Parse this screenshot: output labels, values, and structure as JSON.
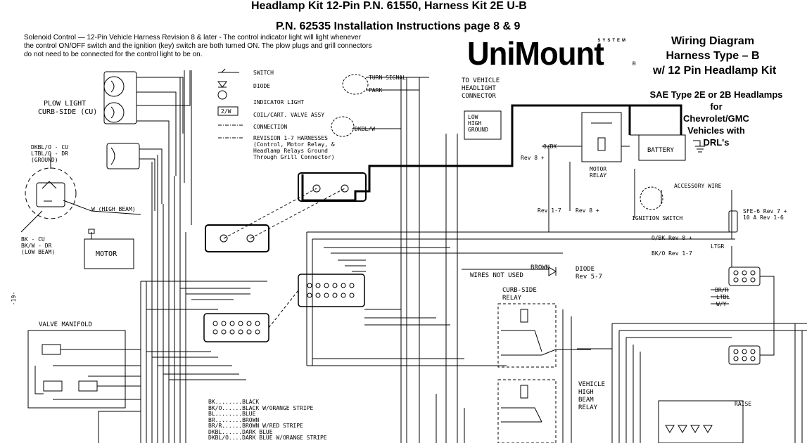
{
  "header": {
    "title": "Headlamp Kit 12-Pin P.N. 61550, Harness Kit 2E U-B",
    "subtitle": "P.N. 62535 Installation Instructions page 8 & 9"
  },
  "note": [
    "Solenoid Control — 12-Pin Vehicle Harness Revision 8 & later - The control indicator light will light whenever",
    "the control ON/OFF switch and the ignition (key) switch are both turned ON. The plow plugs and grill connectors",
    "do not need to be connected for the control light to be on."
  ],
  "logo": {
    "text": "UniMount",
    "system": "SYSTEM",
    "mark": "®"
  },
  "title_box": {
    "lines": [
      "Wiring Diagram",
      "Harness Type – B",
      "w/ 12 Pin Headlamp Kit"
    ],
    "sae": [
      "SAE Type 2E or 2B Headlamps",
      "for",
      "Chevrolet/GMC",
      "Vehicles with",
      "DRL's"
    ]
  },
  "legend": {
    "switch": "SWITCH",
    "diode": "DIODE",
    "indicator": "INDICATOR LIGHT",
    "coil": "COIL/CART. VALVE ASSY",
    "coil_symbol": "2/W",
    "connection": "CONNECTION",
    "revision": [
      "REVISION 1-7 HARNESSES",
      "(Control, Motor Relay, &",
      "Headlamp Relays Ground",
      "Through Grill Connector)"
    ]
  },
  "labels": {
    "plow_light": [
      "PLOW LIGHT",
      "CURB-SIDE (CU)"
    ],
    "dkbl_cu": [
      "DKBL/O - CU",
      "LTBL/O - DR",
      "(GROUND)"
    ],
    "high_beam": "W (HIGH BEAM)",
    "low_beam": [
      "BK - CU",
      "BK/W - DR",
      "(LOW BEAM)"
    ],
    "motor": "MOTOR",
    "valve_manifold": "VALVE MANIFOLD",
    "turn_signal": "TURN SIGNAL",
    "park": "PARK",
    "to_vehicle": [
      "TO VEHICLE",
      "HEADLIGHT",
      "CONNECTOR"
    ],
    "low_high_ground": [
      "LOW",
      "HIGH",
      "GROUND"
    ],
    "dkbl_w": "DKBL/W",
    "o_bk": "O/BK",
    "rev8": "Rev 8 +",
    "rev17": "Rev 1-7",
    "rev8b": "Rev 8 +",
    "motor_relay": [
      "MOTOR",
      "RELAY"
    ],
    "battery": "BATTERY",
    "accessory_wire": "ACCESSORY WIRE",
    "ignition_switch": "IGNITION SWITCH",
    "sfe": [
      "SFE-6 Rev 7 +",
      "10 A Rev 1-6"
    ],
    "o_bk_rev8": "O/BK Rev 8 +",
    "bk_o_rev17": "BK/O Rev 1-7",
    "ltgr": "LTGR",
    "br_r": "BR/R",
    "ltbl": "LTBL",
    "w_y": "W/Y",
    "brown_wires": [
      "BROWN",
      "WIRES NOT USED"
    ],
    "diode_rev": [
      "DIODE",
      "Rev 5-7"
    ],
    "curb_relay": [
      "CURB-SIDE",
      "RELAY"
    ],
    "high_beam_relay": [
      "VEHICLE",
      "HIGH",
      "BEAM",
      "RELAY"
    ],
    "raise": "RAISE",
    "page_num": "-19-",
    "wire_codes": [
      "BK........BLACK",
      "BK/O......BLACK W/ORANGE STRIPE",
      "BL........BLUE",
      "BR........BROWN",
      "BR/R......BROWN W/RED STRIPE",
      "DKBL......DARK BLUE",
      "DKBL/O....DARK BLUE W/ORANGE STRIPE"
    ]
  }
}
